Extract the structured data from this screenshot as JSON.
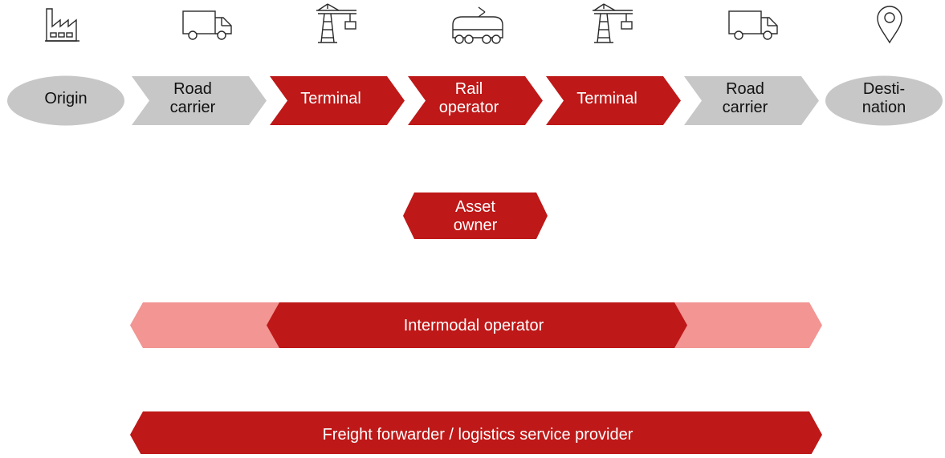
{
  "colors": {
    "red": "#be1818",
    "light_red": "#f29593",
    "grey": "#c7c7c7",
    "icon_stroke": "#2a2a2a",
    "text_light": "#ffffff",
    "text_dark": "#111111"
  },
  "chain": [
    {
      "id": "origin",
      "label": "Origin",
      "shape": "ellipse",
      "fill": "grey",
      "icon": "factory-icon"
    },
    {
      "id": "road-carrier-1",
      "label": "Road\ncarrier",
      "shape": "chevron",
      "fill": "grey",
      "icon": "truck-icon"
    },
    {
      "id": "terminal-1",
      "label": "Terminal",
      "shape": "chevron",
      "fill": "red",
      "icon": "crane-icon"
    },
    {
      "id": "rail-operator",
      "label": "Rail\noperator",
      "shape": "chevron",
      "fill": "red",
      "icon": "train-icon"
    },
    {
      "id": "terminal-2",
      "label": "Terminal",
      "shape": "chevron",
      "fill": "red",
      "icon": "crane-icon"
    },
    {
      "id": "road-carrier-2",
      "label": "Road\ncarrier",
      "shape": "chevron",
      "fill": "grey",
      "icon": "truck-icon"
    },
    {
      "id": "destination",
      "label": "Desti-\nnation",
      "shape": "ellipse",
      "fill": "grey",
      "icon": "location-pin-icon"
    }
  ],
  "asset_owner": {
    "label": "Asset\nowner"
  },
  "intermodal_operator": {
    "label": "Intermodal operator"
  },
  "freight_forwarder": {
    "label": "Freight forwarder / logistics service provider"
  }
}
